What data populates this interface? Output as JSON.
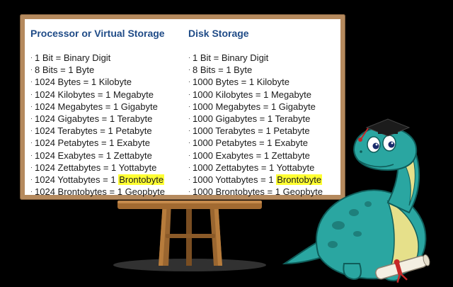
{
  "left_column": {
    "heading": "Processor or Virtual Storage",
    "items": [
      {
        "prefix": "1 Bit = Binary Digit",
        "highlight": ""
      },
      {
        "prefix": "8 Bits = 1 Byte",
        "highlight": ""
      },
      {
        "prefix": "1024 Bytes = 1 Kilobyte",
        "highlight": ""
      },
      {
        "prefix": "1024 Kilobytes = 1 Megabyte",
        "highlight": ""
      },
      {
        "prefix": "1024 Megabytes = 1 Gigabyte",
        "highlight": ""
      },
      {
        "prefix": "1024 Gigabytes = 1 Terabyte",
        "highlight": ""
      },
      {
        "prefix": "1024 Terabytes = 1 Petabyte",
        "highlight": ""
      },
      {
        "prefix": "1024 Petabytes = 1 Exabyte",
        "highlight": ""
      },
      {
        "prefix": "1024 Exabytes = 1 Zettabyte",
        "highlight": ""
      },
      {
        "prefix": "1024 Zettabytes = 1 Yottabyte",
        "highlight": ""
      },
      {
        "prefix": "1024 Yottabytes = 1 ",
        "highlight": "Brontobyte"
      },
      {
        "prefix": "1024 Brontobytes = 1 Geopbyte",
        "highlight": ""
      }
    ]
  },
  "right_column": {
    "heading": "Disk Storage",
    "items": [
      {
        "prefix": "1 Bit = Binary Digit",
        "highlight": ""
      },
      {
        "prefix": "8 Bits = 1 Byte",
        "highlight": ""
      },
      {
        "prefix": "1000 Bytes = 1 Kilobyte",
        "highlight": ""
      },
      {
        "prefix": "1000 Kilobytes = 1 Megabyte",
        "highlight": ""
      },
      {
        "prefix": "1000 Megabytes = 1 Gigabyte",
        "highlight": ""
      },
      {
        "prefix": "1000 Gigabytes = 1 Terabyte",
        "highlight": ""
      },
      {
        "prefix": "1000 Terabytes = 1 Petabyte",
        "highlight": ""
      },
      {
        "prefix": "1000 Petabytes = 1 Exabyte",
        "highlight": ""
      },
      {
        "prefix": "1000 Exabytes = 1 Zettabyte",
        "highlight": ""
      },
      {
        "prefix": "1000 Zettabytes = 1 Yottabyte",
        "highlight": ""
      },
      {
        "prefix": "1000 Yottabytes = 1 ",
        "highlight": "Brontobyte"
      },
      {
        "prefix": "1000 Brontobytes = 1 Geopbyte",
        "highlight": ""
      }
    ]
  },
  "bullet_glyph": "·",
  "colors": {
    "heading": "#1f4b87",
    "highlight": "#ffff33",
    "board_frame": "#b58a5e",
    "dino_body": "#2aa6a1",
    "dino_belly": "#e6e08a"
  },
  "icons": {
    "mascot": "graduate-dinosaur-icon",
    "diploma": "diploma-scroll-icon",
    "easel": "wooden-easel-icon"
  }
}
